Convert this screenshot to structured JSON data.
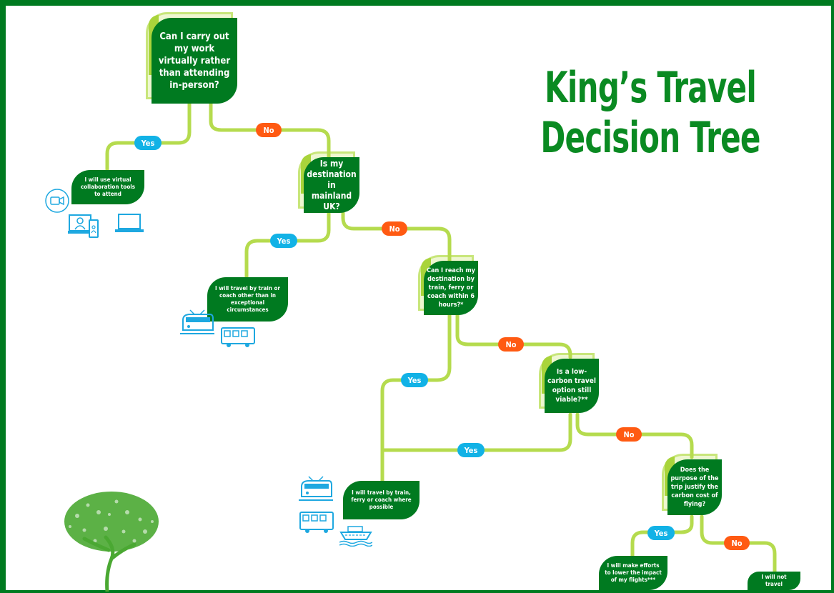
{
  "title": {
    "line1": "King’s Travel",
    "line2": "Decision Tree"
  },
  "questions": {
    "q1": "Can I carry out my work virtually rather than attending in-person?",
    "q2": "Is my destination in mainland UK?",
    "q3": "Can I reach my destination by train, ferry or coach within 6 hours?*",
    "q4": "Is a low-carbon travel option still viable?**",
    "q5": "Does the purpose of the trip justify the carbon cost of flying?"
  },
  "answers": {
    "a1": "I will use virtual collaboration tools to attend",
    "a2": "I will travel by train or coach other than in exceptional circumstances",
    "a3": "I will travel by train, ferry or coach where possible",
    "a4": "I will make efforts to lower the impact of my flights***",
    "a5": "I will not travel"
  },
  "labels": {
    "yes": "Yes",
    "no": "No"
  },
  "colors": {
    "dark_green": "#007a20",
    "light_green": "#a9d43b",
    "yes": "#12b2e6",
    "no": "#ff5a12",
    "icon_blue": "#1ea8e0"
  },
  "icons": [
    "video-camera-icon",
    "user-devices-icon",
    "laptop-icon",
    "train-icon",
    "bus-icon",
    "ferry-icon",
    "tree-icon"
  ]
}
